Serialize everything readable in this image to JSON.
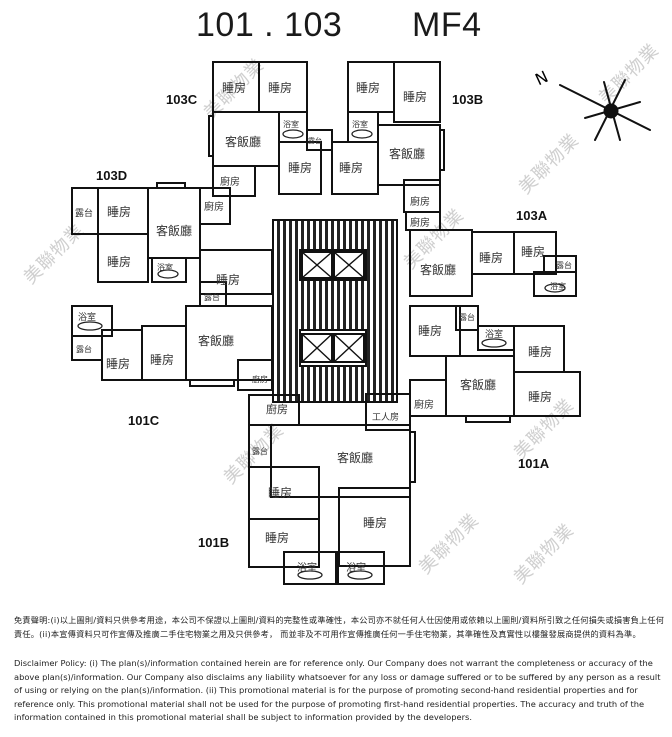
{
  "header": {
    "units_title": "101 . 103",
    "floor_title": "MF4"
  },
  "compass": {
    "label": "N",
    "icon": "compass-star-icon"
  },
  "unit_labels": {
    "u103C": "103C",
    "u103B": "103B",
    "u103D": "103D",
    "u103A": "103A",
    "u101C": "101C",
    "u101A": "101A",
    "u101B": "101B"
  },
  "rooms": {
    "bedroom": "睡房",
    "living_dining": "客飯廳",
    "kitchen": "廚房",
    "bathroom": "浴室",
    "balcony": "露台",
    "maid_room": "工人房"
  },
  "watermark": {
    "text": "美聯物業"
  },
  "disclaimer": {
    "zh": "免責聲明:(i)以上圖則/資料只供參考用途，本公司不保證以上圖則/資料的完整性或準確性，本公司亦不就任何人仕因使用或依賴以上圖則/資料所引致之任何損失或損害負上任何責任。(ii)本宣傳資料只可作宣傳及推廣二手住宅物業之用及只供參考， 而並非及不可用作宣傳推廣任何一手住宅物業，其準確性及真實性以樓盤發展商提供的資料為準。",
    "en": "Disclaimer Policy: (i) The plan(s)/information contained herein are for reference only. Our Company does not warrant the completeness or accuracy of the above plan(s)/information. Our Company also disclaims any liability whatsoever for any loss or damage suffered or to be suffered by any person as a result of using or relying on the plan(s)/information. (ii) This promotional material is for the purpose of promoting second-hand residential properties and for reference only. This promotional material shall not be used for the purpose of promoting first-hand residential properties. The accuracy and truth of the information contained in this promotional material shall be subject to information provided by the developers."
  }
}
